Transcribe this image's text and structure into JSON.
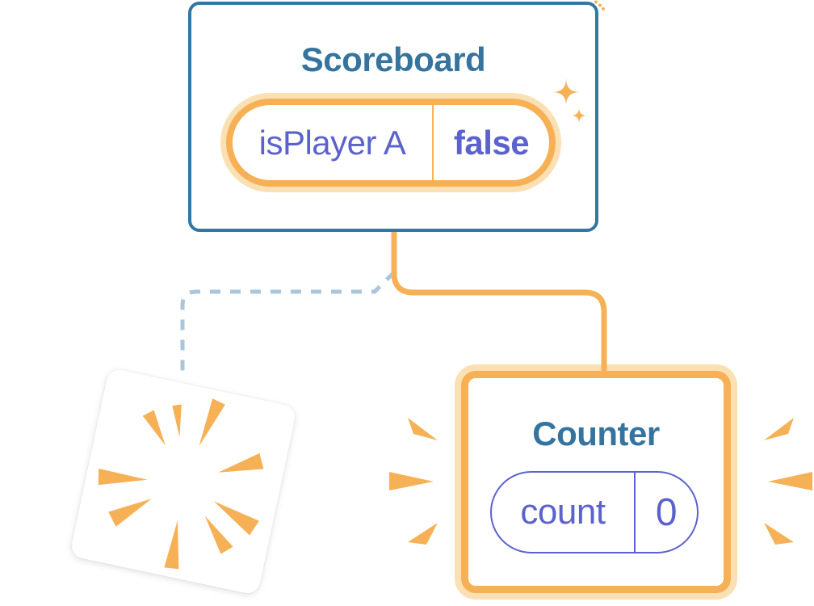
{
  "colors": {
    "blue-border": "#3276A3",
    "blue-text": "#35749E",
    "purple": "#5C62CD",
    "orange": "#F6B156",
    "orange-light": "#FBE0B4",
    "dash-blue": "#A9C6DD",
    "card-bg": "#FFFFFF"
  },
  "scoreboard": {
    "title": "Scoreboard",
    "state": {
      "key": "isPlayer A",
      "value": "false"
    }
  },
  "counter": {
    "title": "Counter",
    "state": {
      "key": "count",
      "value": "0"
    }
  },
  "icons": {
    "sparkles": "two four-point stars (state preserved sparkle)",
    "burst": "orange sunburst rays (component destroyed)",
    "emphasis": "orange wedge marks flanking Counter (newly created)"
  }
}
